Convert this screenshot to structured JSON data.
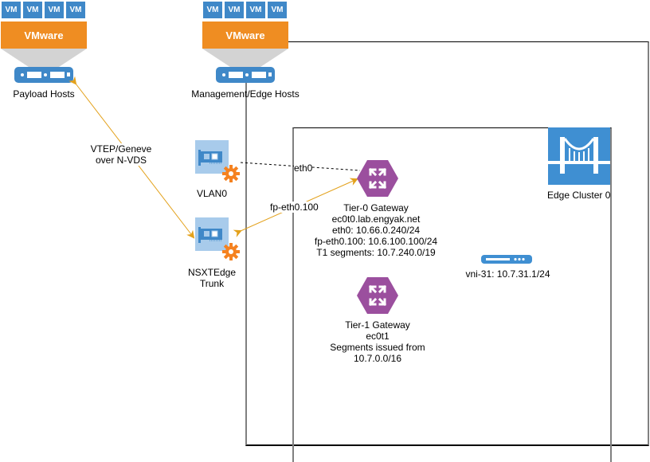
{
  "colors": {
    "vm_blue": "#3f88c8",
    "vmware_orange": "#ef8d22",
    "funnel_gray": "#d3d3d3",
    "nic_light_blue": "#a8cbeb",
    "gear_orange": "#f58220",
    "gateway_purple": "#9b4f9e",
    "edge_blue": "#3f8fd2",
    "arrow_gold": "#e3a11b"
  },
  "payload_hosts": {
    "vm_labels": [
      "VM",
      "VM",
      "VM",
      "VM"
    ],
    "hypervisor_label": "VMware",
    "label": "Payload Hosts"
  },
  "mgmt_hosts": {
    "vm_labels": [
      "VM",
      "VM",
      "VM",
      "VM"
    ],
    "hypervisor_label": "VMware",
    "label": "Management/Edge Hosts"
  },
  "nics": {
    "vlan0": {
      "label": "VLAN0"
    },
    "trunk": {
      "label_line1": "NSXTEdge",
      "label_line2": "Trunk"
    }
  },
  "links": {
    "vtep": {
      "line1": "VTEP/Geneve",
      "line2": "over N-VDS"
    },
    "eth0": "eth0",
    "fp_eth0": "fp-eth0.100"
  },
  "tier0": {
    "lines": [
      "Tier-0 Gateway",
      "ec0t0.lab.engyak.net",
      "eth0: 10.66.0.240/24",
      "fp-eth0.100: 10.6.100.100/24",
      "T1 segments: 10.7.240.0/19"
    ]
  },
  "tier1": {
    "lines": [
      "Tier-1 Gateway",
      "ec0t1",
      "Segments issued from",
      "10.7.0.0/16"
    ]
  },
  "edge_cluster": {
    "label": "Edge Cluster 0"
  },
  "segment": {
    "label": "vni-31: 10.7.31.1/24"
  }
}
